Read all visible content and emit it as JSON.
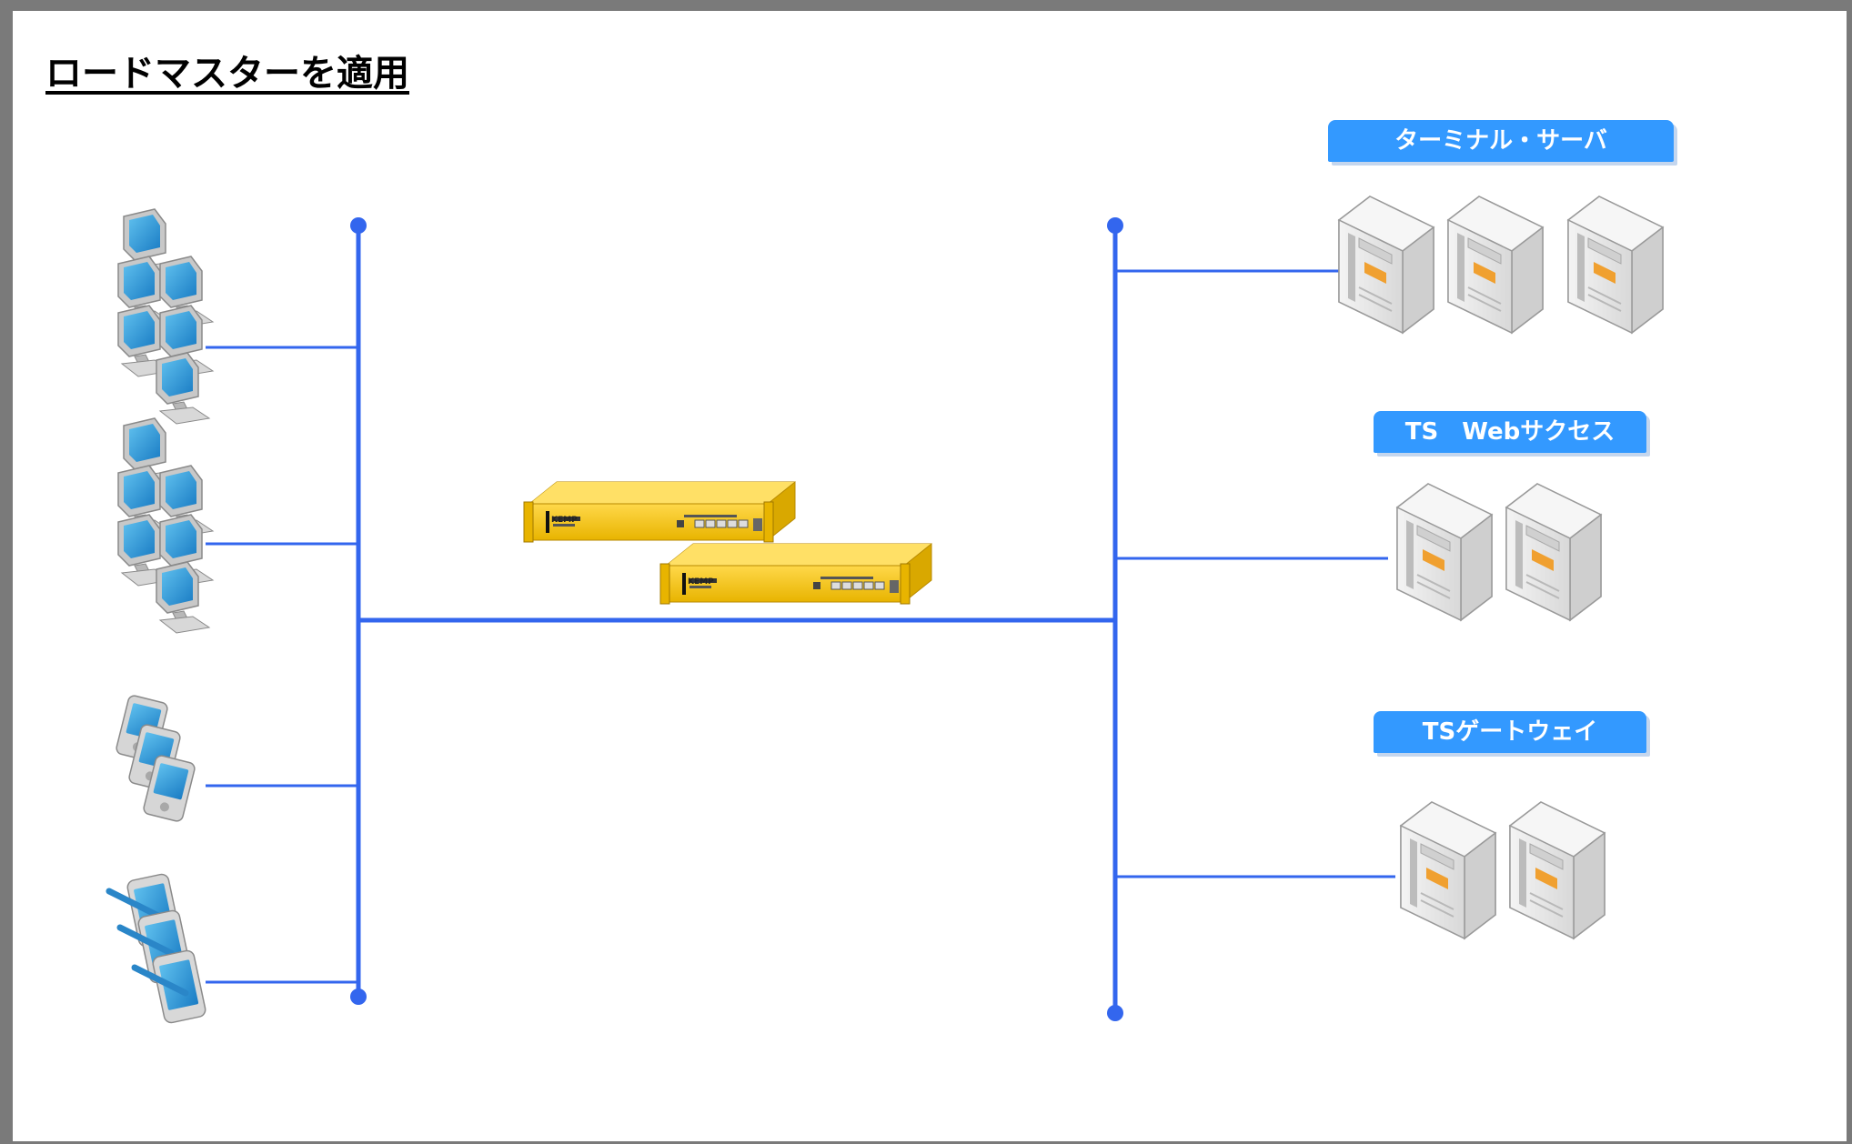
{
  "title": "ロードマスターを適用",
  "colors": {
    "network": "#3366ee",
    "label_bg": "#3399ff",
    "frame": "#7a7a7a",
    "appliance": "#f2c200"
  },
  "server_groups": [
    {
      "label": "ターミナル・サーバ",
      "icon": "server-icon"
    },
    {
      "label": "TS　Webサクセス",
      "icon": "server-icon"
    },
    {
      "label": "TSゲートウェイ",
      "icon": "server-icon"
    }
  ],
  "client_groups": [
    {
      "icon": "desktop-computer-icon"
    },
    {
      "icon": "desktop-computer-icon"
    },
    {
      "icon": "pda-icon"
    },
    {
      "icon": "tablet-pen-icon"
    }
  ],
  "appliance": {
    "icon": "load-balancer-appliance-icon"
  }
}
